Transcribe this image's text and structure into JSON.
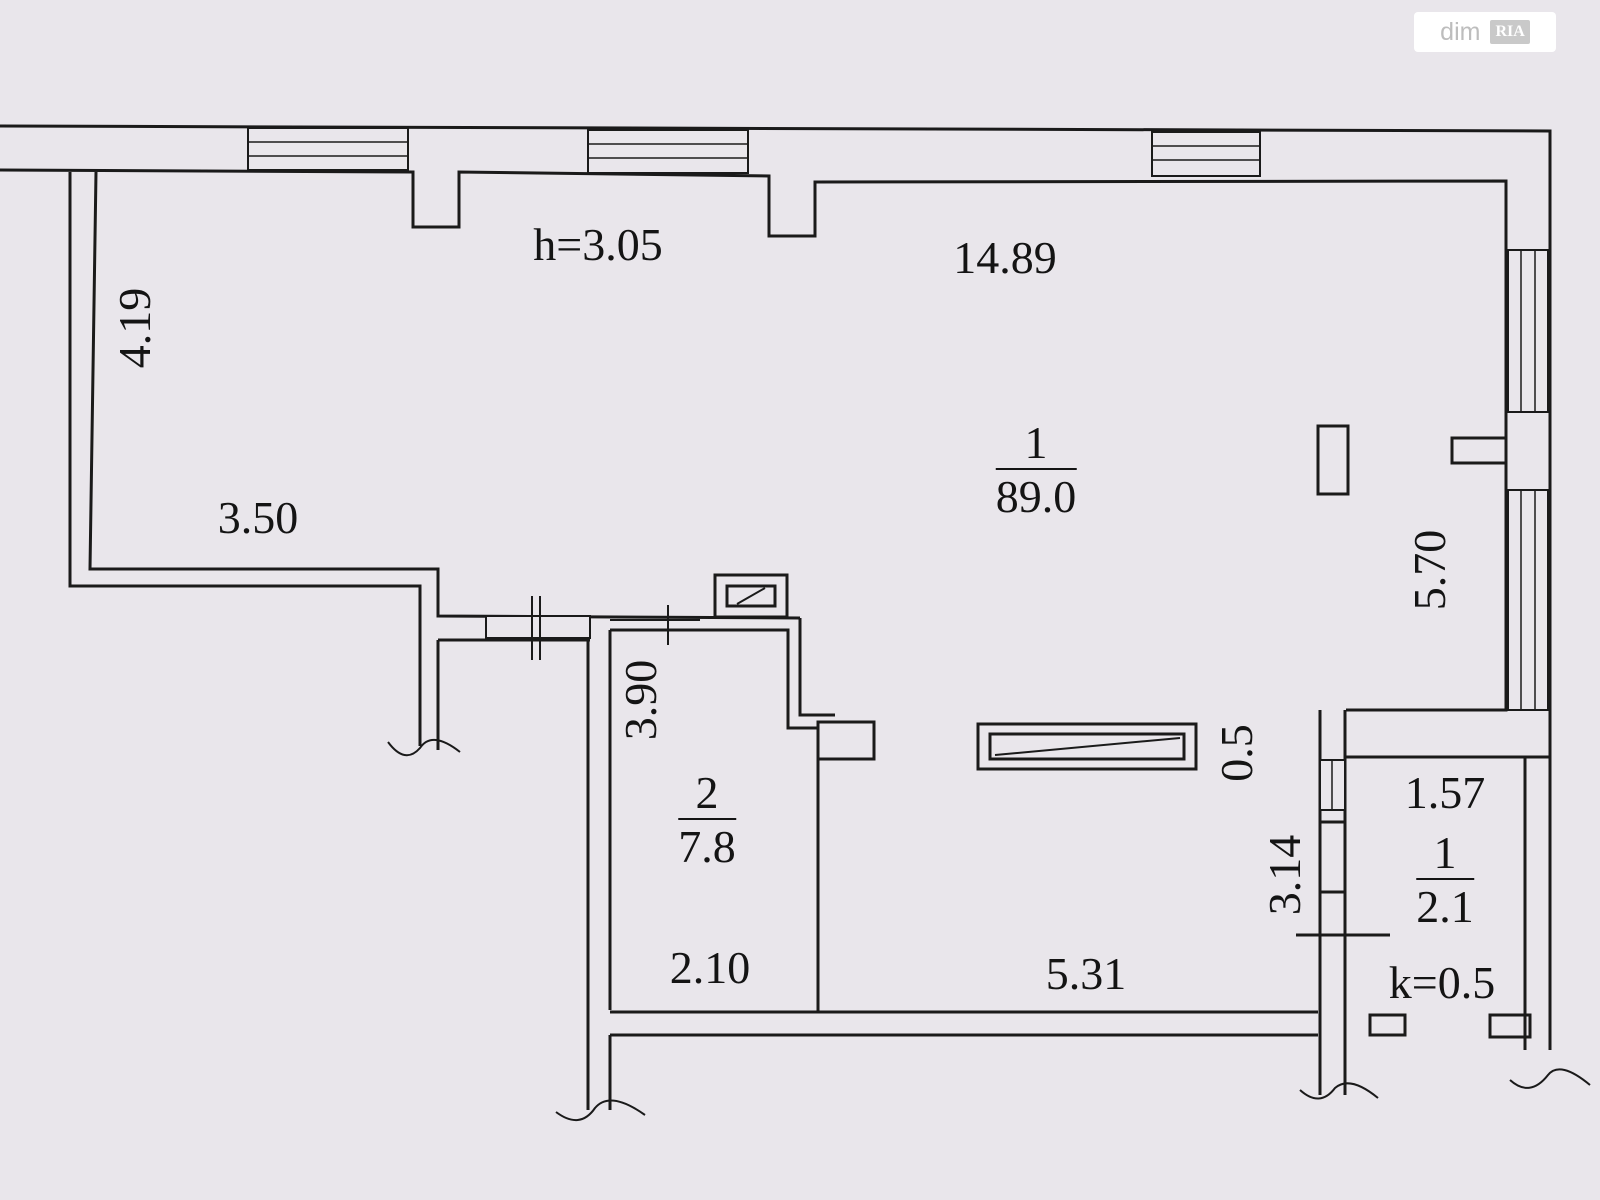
{
  "watermark": {
    "brand_left": "dim",
    "brand_right": "RIA"
  },
  "plan": {
    "ceiling_height": "h=3.05",
    "coefficient": "k=0.5",
    "rooms": [
      {
        "number": "1",
        "area": "89.0"
      },
      {
        "number": "2",
        "area": "7.8"
      },
      {
        "number": "1",
        "area": "2.1"
      }
    ],
    "dimensions": {
      "top_wall": "14.89",
      "left_upper": "4.19",
      "left_step": "3.50",
      "right_wall": "5.70",
      "room2_height": "3.90",
      "room2_width": "2.10",
      "bottom_wall": "5.31",
      "counter_depth": "0.5",
      "small_room_height": "3.14",
      "small_room_width": "1.57"
    }
  }
}
